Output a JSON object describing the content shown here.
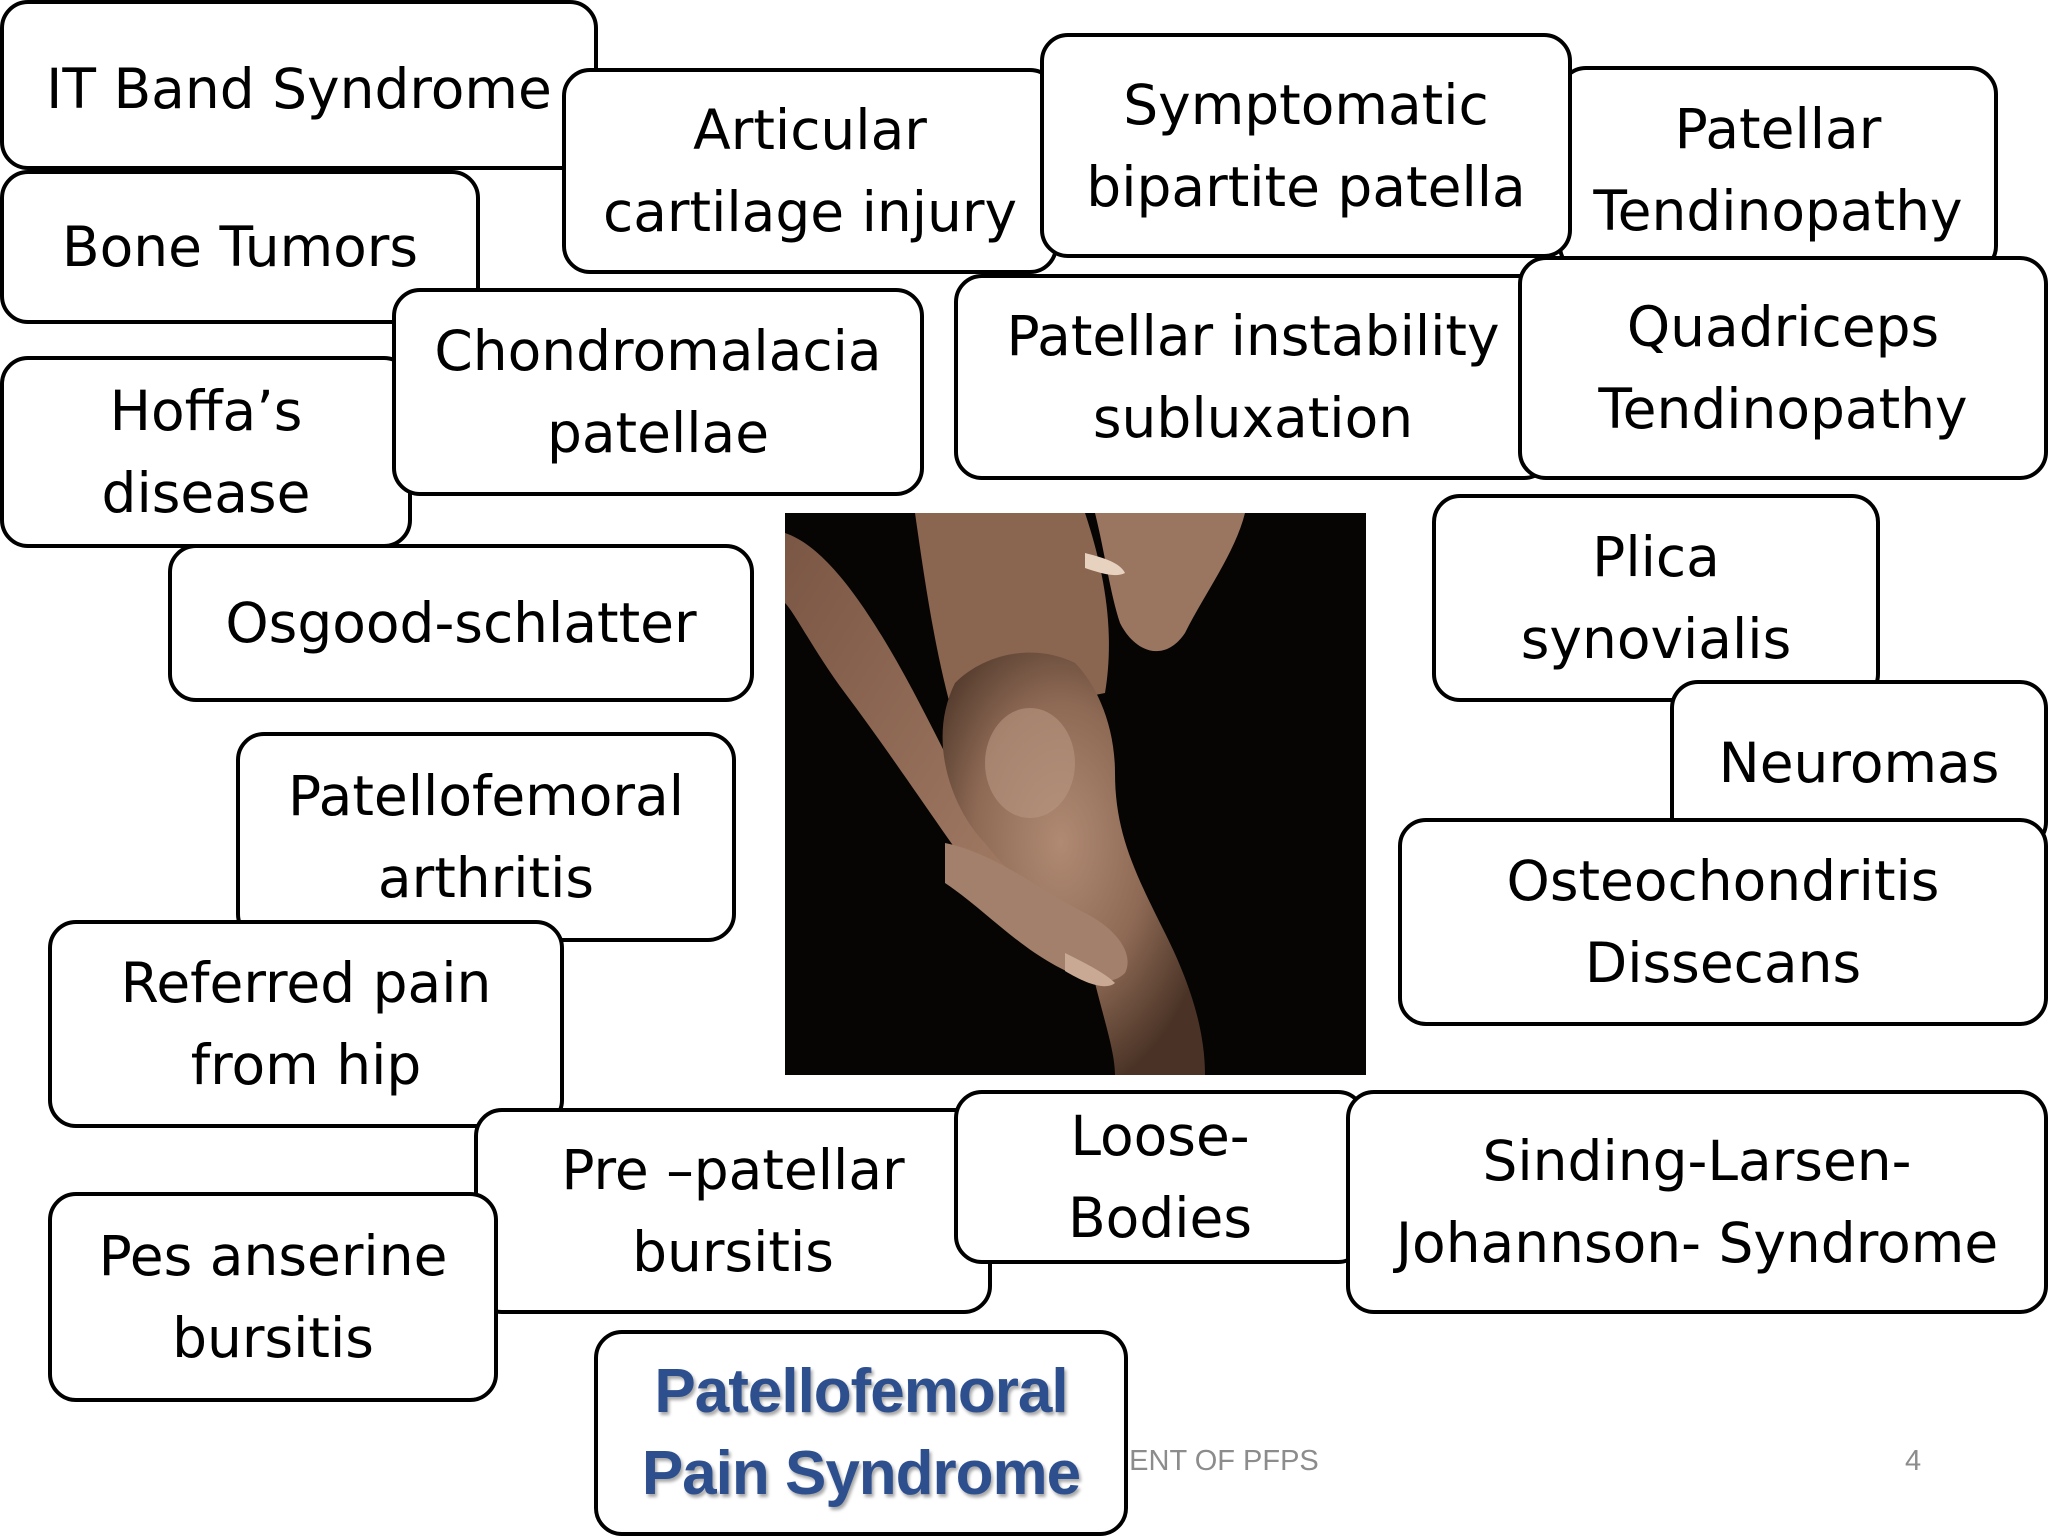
{
  "slide": {
    "footer": "MENT OF PFPS",
    "page_number": "4",
    "center_label_line1": "Patellofemoral",
    "center_label_line2": "Pain Syndrome",
    "center_label_color": "#2d4f8e"
  },
  "conditions": {
    "it_band": [
      "IT Band Syndrome"
    ],
    "bone_tumors": [
      "Bone Tumors"
    ],
    "articular": [
      "Articular",
      "cartilage injury"
    ],
    "bipartite": [
      "Symptomatic",
      "bipartite patella"
    ],
    "patellar_tendinopathy": [
      "Patellar",
      "Tendinopathy"
    ],
    "hoffa": [
      "Hoffa’s",
      "disease"
    ],
    "chondromalacia": [
      "Chondromalacia",
      "patellae"
    ],
    "instability": [
      "Patellar instability",
      "subluxation"
    ],
    "quadriceps": [
      "Quadriceps",
      "Tendinopathy"
    ],
    "osgood": [
      "Osgood-schlatter"
    ],
    "plica": [
      "Plica",
      "synovialis"
    ],
    "neuromas": [
      "Neuromas"
    ],
    "pf_arthritis": [
      "Patellofemoral",
      "arthritis"
    ],
    "osteochondritis": [
      "Osteochondritis",
      "Dissecans"
    ],
    "referred": [
      "Referred pain",
      "from hip"
    ],
    "prepatellar": [
      "Pre –patellar",
      "bursitis"
    ],
    "loose_bodies": [
      "Loose-",
      "Bodies"
    ],
    "sinding": [
      "Sinding-Larsen-",
      "Johannson- Syndrome"
    ],
    "pes_anserine": [
      "Pes anserine",
      "bursitis"
    ]
  }
}
